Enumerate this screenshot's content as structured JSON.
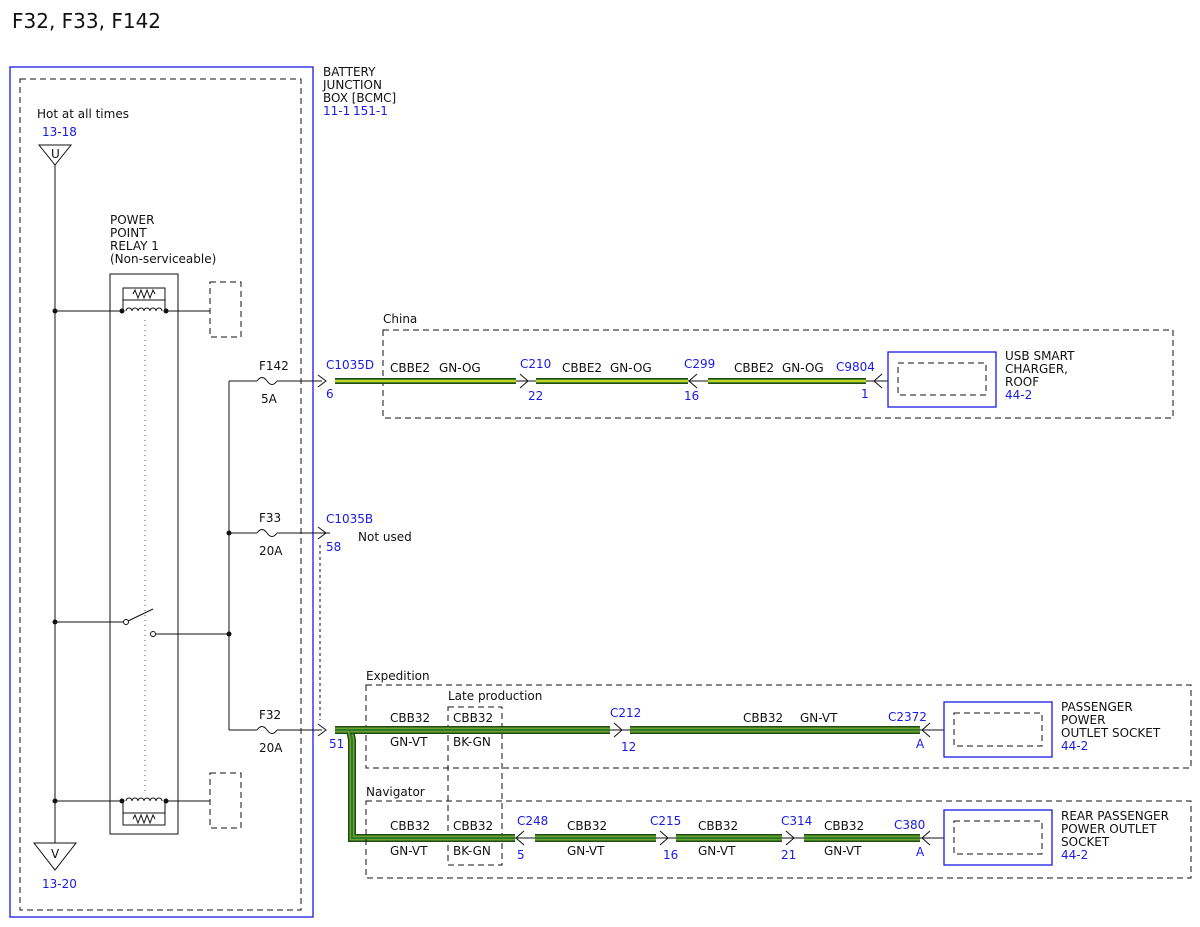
{
  "title": "F32, F33, F142",
  "bjb": {
    "line1": "BATTERY",
    "line2": "JUNCTION",
    "line3": "BOX [BCMC]",
    "ref1": "11-1",
    "ref2": "151-1"
  },
  "power": {
    "hot_label": "Hot at all times",
    "top_ref": "13-18",
    "top_letter": "U",
    "bottom_letter": "V",
    "bottom_ref": "13-20"
  },
  "relay": {
    "line1": "POWER",
    "line2": "POINT",
    "line3": "RELAY 1",
    "line4": "(Non-serviceable)"
  },
  "fuses": {
    "f142": {
      "name": "F142",
      "rating": "5A"
    },
    "f33": {
      "name": "F33",
      "rating": "20A"
    },
    "f32": {
      "name": "F32",
      "rating": "20A"
    }
  },
  "connectors": {
    "c1035d": {
      "name": "C1035D",
      "pin": "6"
    },
    "c1035b": {
      "name": "C1035B",
      "pin": "58",
      "note": "Not used"
    },
    "c1035_51": {
      "pin": "51"
    }
  },
  "china": {
    "label": "China",
    "segments": [
      {
        "circuit": "CBBE2",
        "color": "GN-OG"
      },
      {
        "circuit": "CBBE2",
        "color": "GN-OG"
      },
      {
        "circuit": "CBBE2",
        "color": "GN-OG"
      }
    ],
    "c210": {
      "name": "C210",
      "pin": "22"
    },
    "c299": {
      "name": "C299",
      "pin": "16"
    },
    "c9804": {
      "name": "C9804",
      "pin": "1"
    },
    "device": {
      "line1": "USB SMART",
      "line2": "CHARGER,",
      "line3": "ROOF",
      "ref": "44-2"
    }
  },
  "expedition": {
    "label": "Expedition",
    "late_production": "Late production",
    "seg1": {
      "circuit": "CBB32",
      "color": "GN-VT"
    },
    "late": {
      "circuit": "CBB32",
      "color": "BK-GN"
    },
    "seg2": {
      "circuit": "CBB32",
      "color": "GN-VT"
    },
    "c212": {
      "name": "C212",
      "pin": "12"
    },
    "c2372": {
      "name": "C2372",
      "pin": "A"
    },
    "device": {
      "line1": "PASSENGER",
      "line2": "POWER",
      "line3": "OUTLET SOCKET",
      "ref": "44-2"
    }
  },
  "navigator": {
    "label": "Navigator",
    "seg1": {
      "circuit": "CBB32",
      "color": "GN-VT"
    },
    "late": {
      "circuit": "CBB32",
      "color": "BK-GN"
    },
    "seg2": {
      "circuit": "CBB32",
      "color": "GN-VT"
    },
    "seg3": {
      "circuit": "CBB32",
      "color": "GN-VT"
    },
    "seg4": {
      "circuit": "CBB32",
      "color": "GN-VT"
    },
    "c248": {
      "name": "C248",
      "pin": "5"
    },
    "c215": {
      "name": "C215",
      "pin": "16"
    },
    "c314": {
      "name": "C314",
      "pin": "21"
    },
    "c380": {
      "name": "C380",
      "pin": "A"
    },
    "device": {
      "line1": "REAR PASSENGER",
      "line2": "POWER OUTLET",
      "line3": "SOCKET",
      "ref": "44-2"
    }
  },
  "colors": {
    "connector_blue": "#1a1ae6",
    "wire_green": "#7bb83c",
    "wire_dark": "#1d4d12",
    "panel_gray": "#f2f2f2"
  }
}
